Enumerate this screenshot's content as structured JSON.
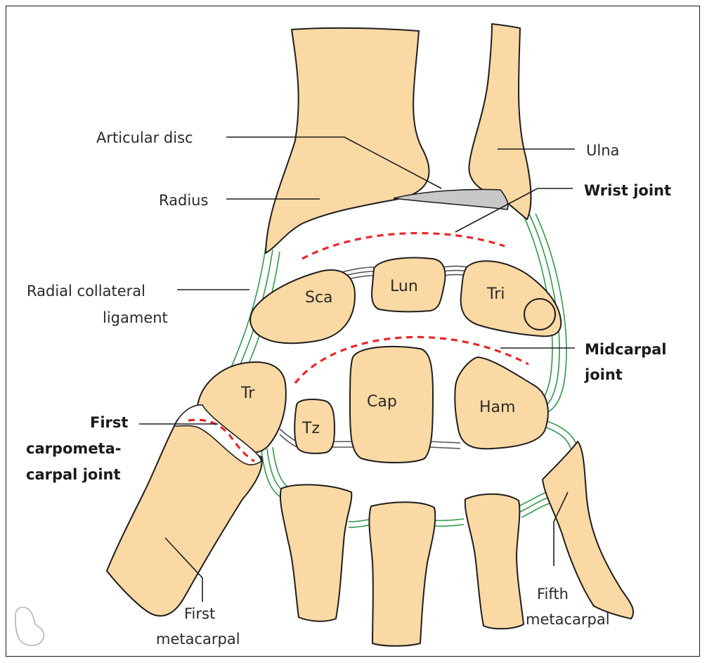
{
  "diagram": {
    "labels": {
      "articular_disc": "Articular disc",
      "radius": "Radius",
      "ulna": "Ulna",
      "wrist_joint": "Wrist joint",
      "radial_collateral_1": "Radial collateral",
      "radial_collateral_2": "ligament",
      "midcarpal_1": "Midcarpal",
      "midcarpal_2": "joint",
      "first_cmc_1": "First",
      "first_cmc_2": "carpometa-",
      "first_cmc_3": "carpal joint",
      "first_metacarpal_1": "First",
      "first_metacarpal_2": "metacarpal",
      "fifth_metacarpal_1": "Fifth",
      "fifth_metacarpal_2": "metacarpal"
    },
    "bones": {
      "scaphoid": "Sca",
      "lunate": "Lun",
      "triquetrum": "Tri",
      "trapezium": "Tr",
      "trapezoid": "Tz",
      "capitate": "Cap",
      "hamate": "Ham"
    },
    "colors": {
      "bone_fill": "#fbd9a4",
      "ligament": "#2e9a4a",
      "joint_line": "#e8262a",
      "disc": "#c8c8c8"
    },
    "icons": {
      "corner_mark": "logo-outline-icon"
    }
  }
}
